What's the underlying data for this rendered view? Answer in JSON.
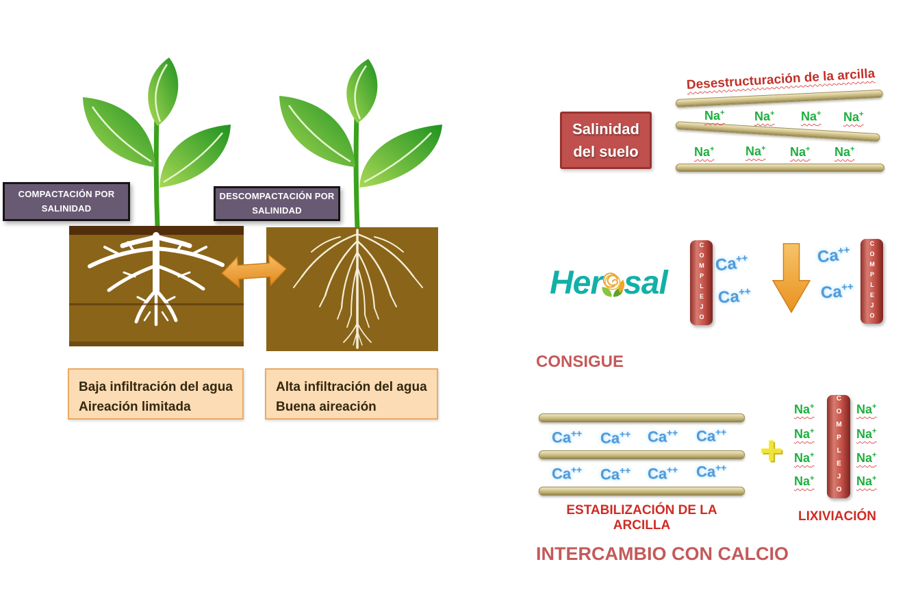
{
  "left_panel": {
    "compacted_label": {
      "line1": "COMPACTACIÓN POR",
      "line2": "SALINIDAD"
    },
    "decompacted_label": {
      "line1": "DESCOMPACTACIÓN POR",
      "line2": "SALINIDAD"
    },
    "low_infiltration_box": {
      "line1": "Baja infiltración del agua",
      "line2": "Aireación limitada"
    },
    "high_infiltration_box": {
      "line1": "Alta infiltración del agua",
      "line2": "Buena aireación"
    }
  },
  "right_panel": {
    "salinity_box": {
      "line1": "Salinidad",
      "line2": "del suelo"
    },
    "clay_destructuring_title": "Desestructuración de la arcilla",
    "brand": {
      "prefix": "Her",
      "suffix": "sal"
    },
    "complejo_label": "COMPLEJO",
    "consigue_heading": "CONSIGUE",
    "stabilization_label": "ESTABILIZACIÓN DE LA ARCILLA",
    "leaching_label": "LIXIVIACIÓN",
    "exchange_heading": "INTERCAMBIO CON CALCIO",
    "plus_sign": "+",
    "ions": {
      "na_base": "Na",
      "na_sup": "+",
      "ca_base": "Ca",
      "ca_sup": "++"
    }
  },
  "colors": {
    "accent_red": "#c0504d",
    "headline_red": "#cf2b24",
    "subhead_salmon": "#c4595a",
    "brand_teal": "#12b0a7",
    "na_green": "#1fae3e",
    "ca_blue": "#4f9ad8",
    "soil_brown": "#8a6418",
    "clay_tan": "#cfc08c",
    "arrow_orange": "#f09d3c",
    "label_purple": "#695a74",
    "info_box_peach": "#fbdcb4"
  }
}
